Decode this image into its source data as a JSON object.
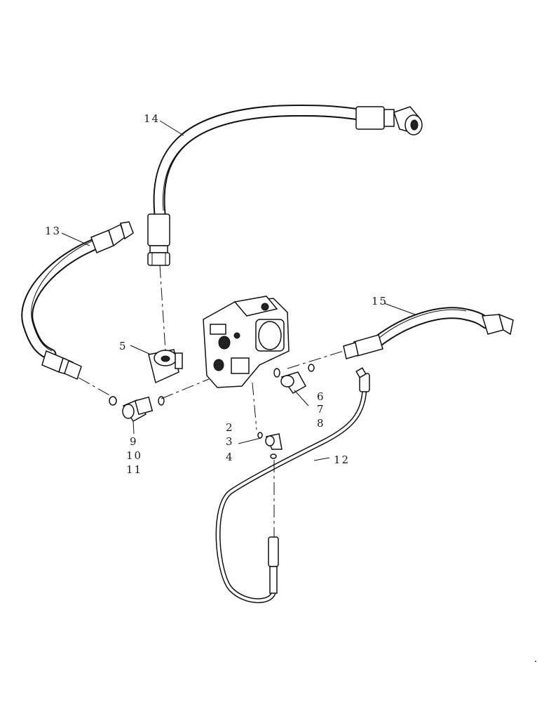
{
  "labels": {
    "c2": "2",
    "c3": "3",
    "c4": "4",
    "c5": "5",
    "c6": "6",
    "c7": "7",
    "c8": "8",
    "c9": "9",
    "c10": "10",
    "c11": "11",
    "c12": "12",
    "c13": "13",
    "c14": "14",
    "c15": "15"
  }
}
